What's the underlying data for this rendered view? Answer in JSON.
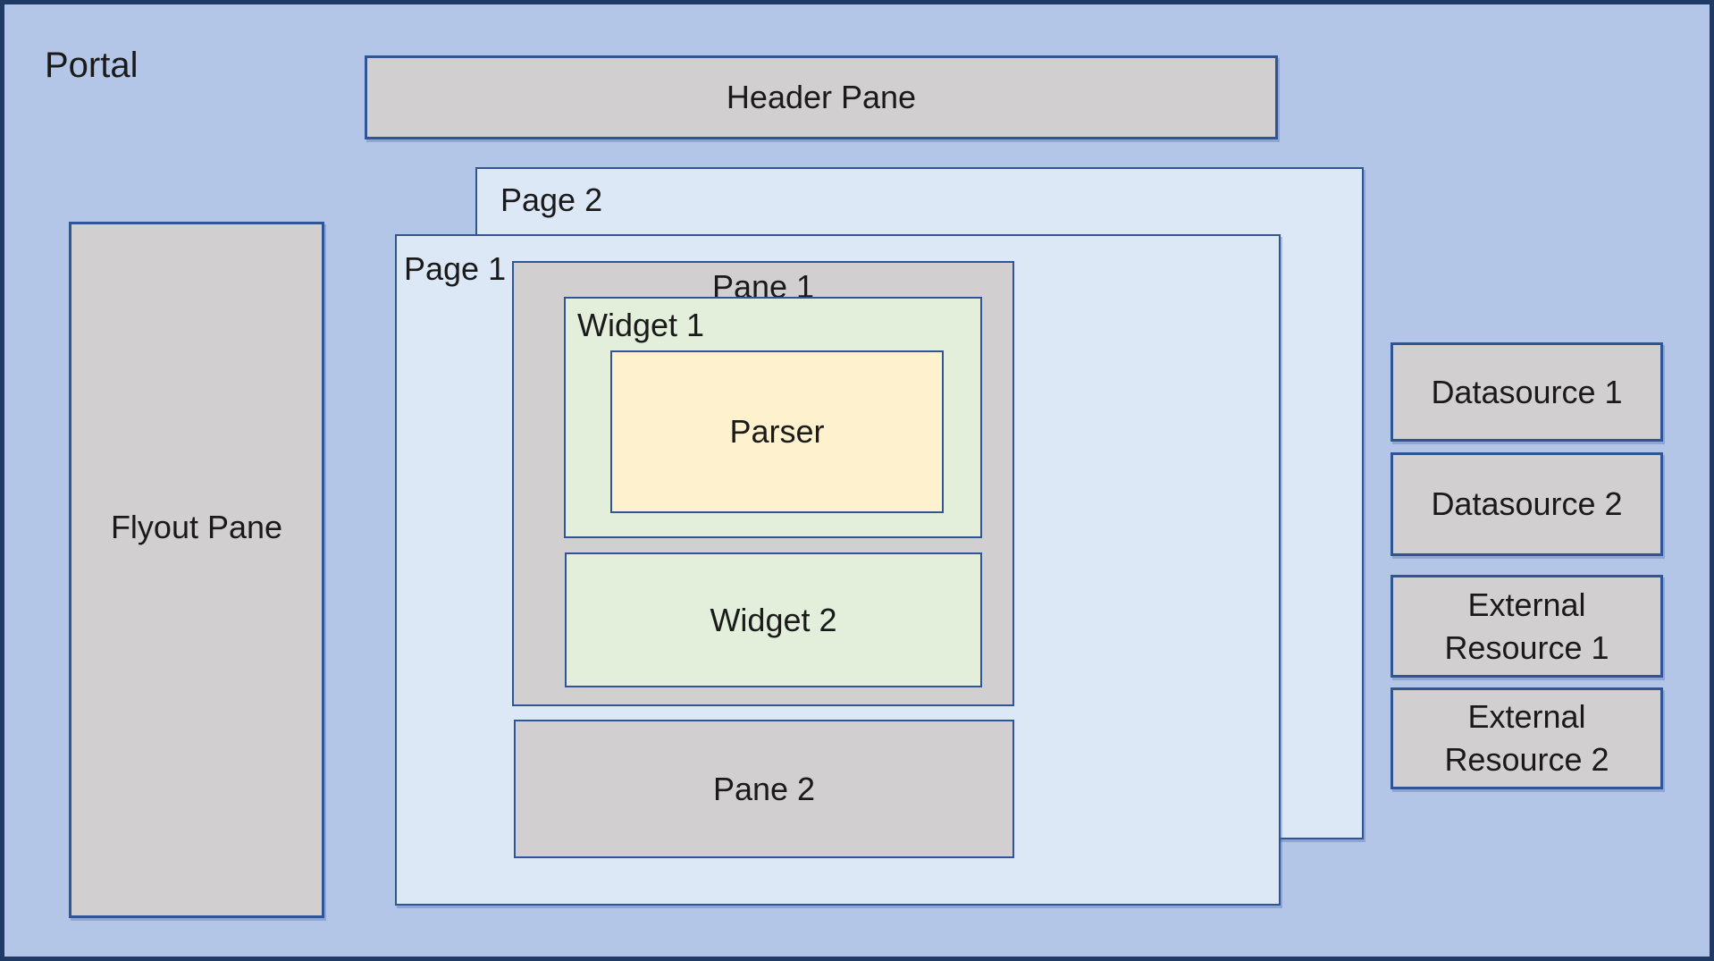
{
  "palette": {
    "portal_bg": "#B3C6E7",
    "page_bg": "#DCE8F6",
    "pane_bg": "#D1CFCF",
    "widget_bg": "#E3EFDB",
    "parser_bg": "#FDF2CD",
    "border_inner": "#2F5597",
    "border_outer": "#203A66",
    "text": "#1A1A1A"
  },
  "diagram": {
    "portal": {
      "label": "Portal"
    },
    "header_pane": {
      "label": "Header Pane"
    },
    "flyout_pane": {
      "label": "Flyout Pane"
    },
    "page_2": {
      "label": "Page 2"
    },
    "page_1": {
      "label": "Page 1"
    },
    "pane_1": {
      "label": "Pane 1"
    },
    "widget_1": {
      "label": "Widget 1"
    },
    "parser": {
      "label": "Parser"
    },
    "widget_2": {
      "label": "Widget 2"
    },
    "pane_2": {
      "label": "Pane 2"
    },
    "datasources": [
      {
        "label": "Datasource 1"
      },
      {
        "label": "Datasource 2"
      }
    ],
    "external_resources": [
      {
        "label": "External Resource 1"
      },
      {
        "label": "External Resource 2"
      }
    ]
  }
}
